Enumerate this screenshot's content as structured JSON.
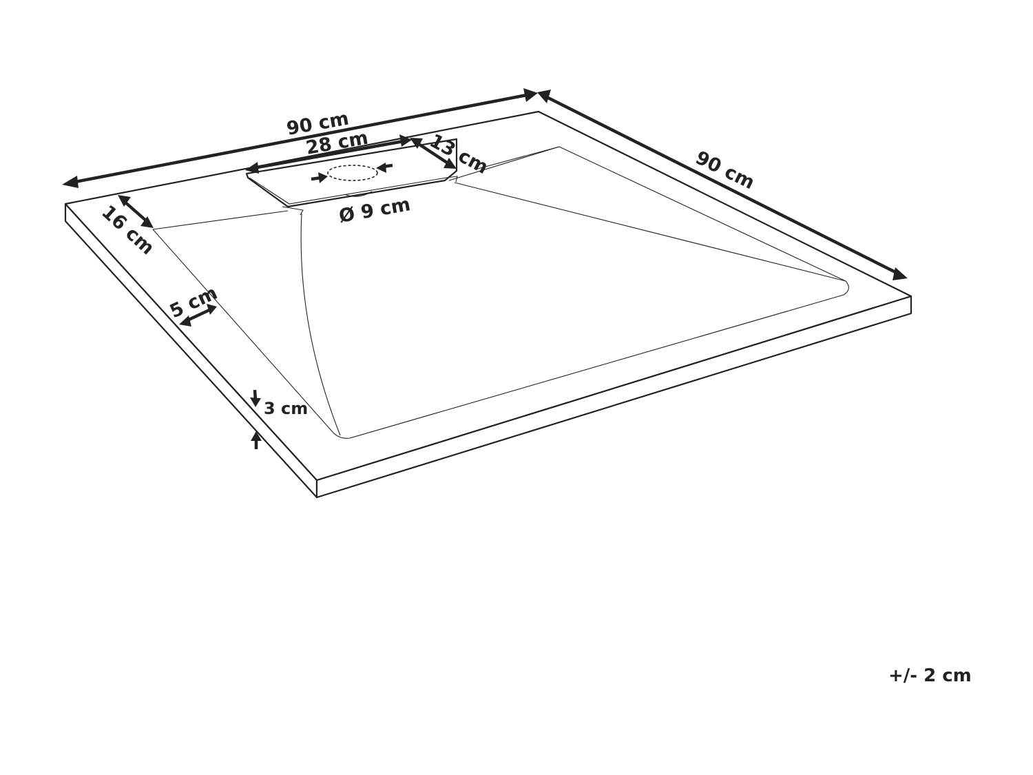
{
  "dimensions": {
    "width_top": "90 cm",
    "depth_right": "90 cm",
    "drain_channel_length": "28 cm",
    "drain_channel_depth": "13 cm",
    "drain_diameter": "Ø 9 cm",
    "rim_offset": "16 cm",
    "rim_width": "5 cm",
    "tray_height": "3 cm"
  },
  "tolerance": "+/- 2 cm",
  "colors": {
    "line": "#222222",
    "background": "#ffffff"
  }
}
